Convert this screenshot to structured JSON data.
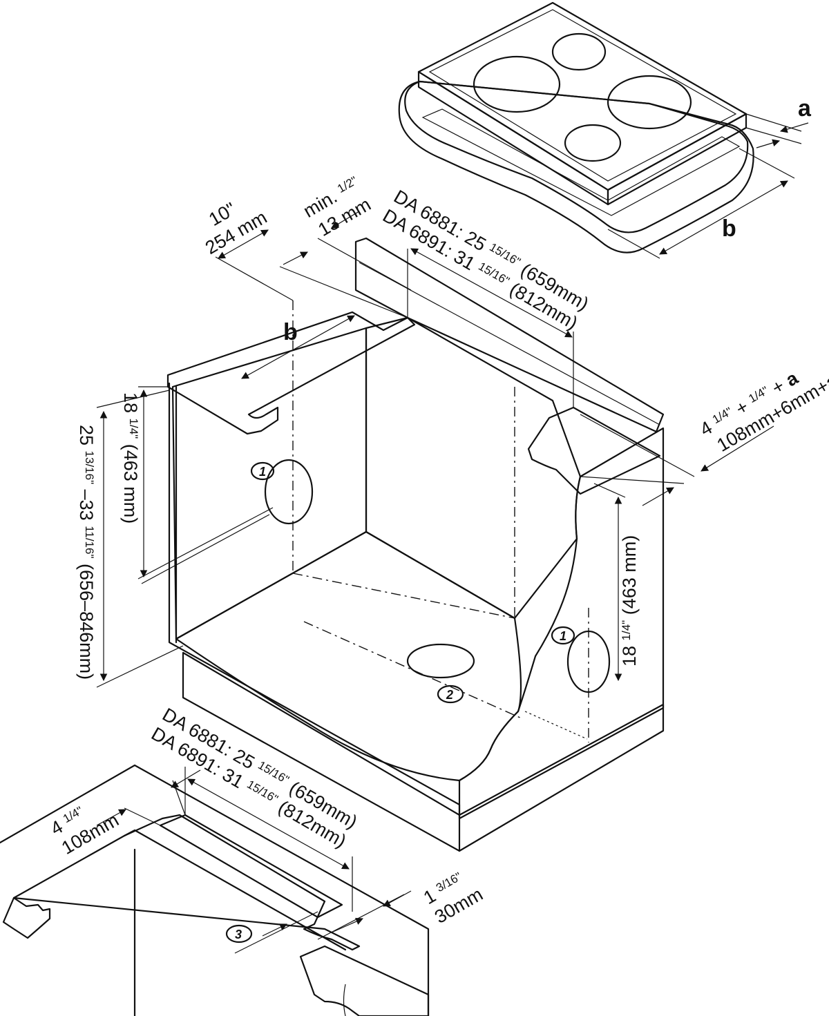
{
  "cooktop": {
    "dim_a_label": "a",
    "dim_b_label": "b"
  },
  "cabinet": {
    "dim_b_label": "b",
    "back_gap": {
      "line1": "10\"",
      "line2": "254 mm"
    },
    "min_gap": {
      "line1_main": "min. ",
      "line1_frac": "1/2\"",
      "line2": "13 mm"
    },
    "cutout_width_top": {
      "line1_main": "DA 6881: 25 ",
      "line1_frac": "15/16\"",
      "line1_tail": " (659mm)",
      "line2_main": "DA 6891: 31 ",
      "line2_frac": "15/16\"",
      "line2_tail": " (812mm)"
    },
    "front_offset": {
      "line1_main": "4 ",
      "line1_f1": "1/4\"",
      "line1_mid": " + ",
      "line1_f2": "1/4\"",
      "line1_tail": " + ",
      "line1_bold": "a",
      "line2_main": "108mm+6mm+",
      "line2_bold": "a"
    },
    "left_height": {
      "main": "18 ",
      "frac": "1/4\"",
      "tail": " (463 mm)"
    },
    "right_height": {
      "main": "18 ",
      "frac": "1/4\"",
      "tail": " (463 mm)"
    },
    "total_height": {
      "main1": "25 ",
      "frac1": "13/16\"",
      "mid": " –33 ",
      "frac2": "11/16\"",
      "tail": " (656–846mm)"
    },
    "callouts": [
      "1",
      "1",
      "2"
    ]
  },
  "countertop_detail": {
    "offset": {
      "line1_main": "4 ",
      "line1_frac": "1/4\"",
      "line2": "108mm"
    },
    "cutout_width": {
      "line1_main": "DA 6881: 25 ",
      "line1_frac": "15/16\"",
      "line1_tail": " (659mm)",
      "line2_main": "DA 6891: 31 ",
      "line2_frac": "15/16\"",
      "line2_tail": " (812mm)"
    },
    "slot_width": {
      "line1_main": "1 ",
      "line1_frac": "3/16\"",
      "line2": "30mm"
    },
    "callout": "3"
  },
  "colors": {
    "line": "#111111",
    "fill_grey": "#dcdcdc",
    "fill_white": "#ffffff"
  }
}
